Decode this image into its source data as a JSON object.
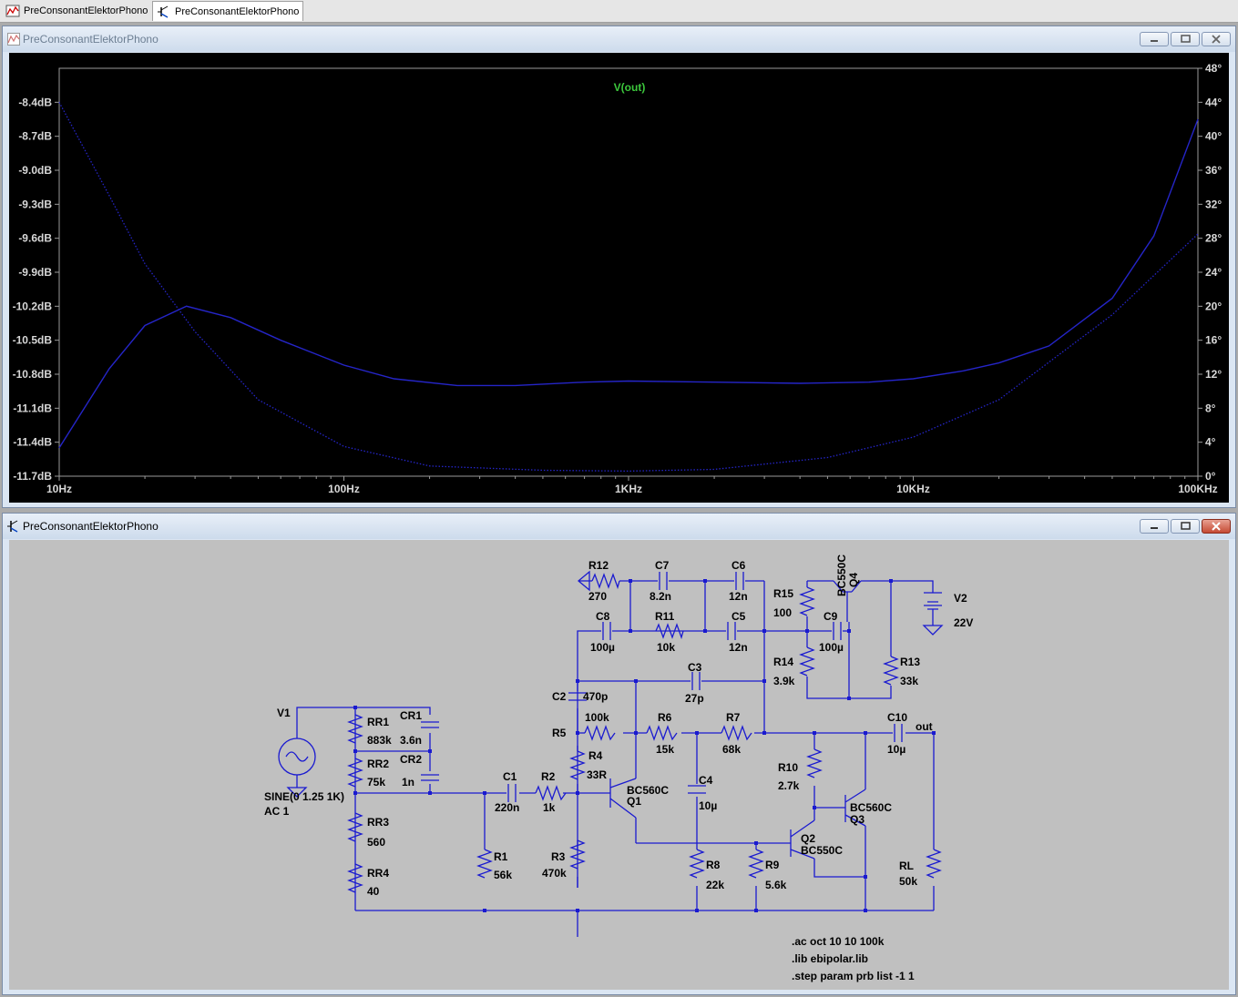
{
  "tabs": [
    {
      "label": "PreConsonantElektorPhono"
    },
    {
      "label": "PreConsonantElektorPhono"
    }
  ],
  "plot_window": {
    "title": "PreConsonantElektorPhono"
  },
  "schematic_window": {
    "title": "PreConsonantElektorPhono"
  },
  "colors": {
    "trace": "#2525c8",
    "plot_bg": "#000000",
    "trace_label": "#3cc83c",
    "axis_text": "#d8d8d8",
    "wire": "#1a1ad0",
    "sch_bg": "#c0c0c0"
  },
  "chart_data": {
    "type": "line",
    "title": "V(out)",
    "x_scale": "log",
    "xlim": [
      10,
      100000
    ],
    "x_ticks": [
      "10Hz",
      "100Hz",
      "1KHz",
      "10KHz",
      "100KHz"
    ],
    "y_left_ticks": [
      "-8.4dB",
      "-8.7dB",
      "-9.0dB",
      "-9.3dB",
      "-9.6dB",
      "-9.9dB",
      "-10.2dB",
      "-10.5dB",
      "-10.8dB",
      "-11.1dB",
      "-11.4dB",
      "-11.7dB"
    ],
    "y_right_ticks": [
      "48°",
      "44°",
      "40°",
      "36°",
      "32°",
      "28°",
      "24°",
      "20°",
      "16°",
      "12°",
      "8°",
      "4°",
      "0°"
    ],
    "ylim_left": [
      -11.7,
      -8.1
    ],
    "ylim_right": [
      0,
      48
    ],
    "series": [
      {
        "style": "solid",
        "axis": "left",
        "x": [
          10,
          15,
          20,
          28,
          40,
          60,
          100,
          150,
          250,
          400,
          700,
          1000,
          2000,
          4000,
          7000,
          10000,
          15000,
          20000,
          30000,
          50000,
          70000,
          100000
        ],
        "y": [
          -11.45,
          -10.75,
          -10.37,
          -10.2,
          -10.3,
          -10.5,
          -10.72,
          -10.84,
          -10.9,
          -10.9,
          -10.87,
          -10.86,
          -10.87,
          -10.88,
          -10.87,
          -10.84,
          -10.77,
          -10.7,
          -10.55,
          -10.13,
          -9.58,
          -8.55
        ]
      },
      {
        "style": "dotted",
        "axis": "right",
        "x": [
          10,
          15,
          20,
          30,
          50,
          100,
          200,
          500,
          1000,
          2000,
          5000,
          10000,
          20000,
          50000,
          100000
        ],
        "y": [
          44,
          33,
          25,
          17,
          9,
          3.5,
          1.2,
          0.7,
          0.6,
          0.8,
          2.2,
          4.6,
          9,
          19,
          28.5
        ]
      }
    ]
  },
  "schematic": {
    "labels": {
      "v1": "V1",
      "source_spec": "SINE(0 1.25 1K)",
      "source_ac": "AC 1",
      "rr1": "RR1",
      "rr1_val": "883k",
      "rr2": "RR2",
      "rr2_val": "75k",
      "rr3": "RR3",
      "rr3_val": "560",
      "rr4": "RR4",
      "rr4_val": "40",
      "cr1": "CR1",
      "cr1_val": "3.6n",
      "cr2": "CR2",
      "cr2_val": "1n",
      "c1": "C1",
      "c1_val": "220n",
      "r2": "R2",
      "r2_val": "1k",
      "r1": "R1",
      "r1_val": "56k",
      "r12": "R12",
      "r12_val": "270",
      "c7": "C7",
      "c7_val": "8.2n",
      "c6": "C6",
      "c6_val": "12n",
      "c8": "C8",
      "c8_val": "100µ",
      "r11": "R11",
      "r11_val": "10k",
      "c5": "C5",
      "c5_val": "12n",
      "r15": "R15",
      "r15_val": "100",
      "c9": "C9",
      "c9_val": "100µ",
      "r14": "R14",
      "r14_val": "3.9k",
      "q4_model": "BC550C",
      "q4": "Q4",
      "r13": "R13",
      "r13_val": "33k",
      "v2": "V2",
      "v2_val": "22V",
      "c2": "C2",
      "c2_val": "470p",
      "c3": "C3",
      "c3_val": "27p",
      "r5": "R5",
      "r5_val": "100k",
      "r6": "R6",
      "r6_val": "15k",
      "r7": "R7",
      "r7_val": "68k",
      "c10": "C10",
      "c10_val": "10µ",
      "out": "out",
      "r4": "R4",
      "r4_val": "33R",
      "q1_model": "BC560C",
      "q1": "Q1",
      "c4": "C4",
      "c4_val": "10µ",
      "r10": "R10",
      "r10_val": "2.7k",
      "q3_model": "BC560C",
      "q3": "Q3",
      "q2": "Q2",
      "q2_model": "BC550C",
      "r3": "R3",
      "r3_val": "470k",
      "r8": "R8",
      "r8_val": "22k",
      "r9": "R9",
      "r9_val": "5.6k",
      "rl": "RL",
      "rl_val": "50k"
    },
    "directives": [
      ".ac oct 10 10 100k",
      ".lib ebipolar.lib",
      ".step param prb list -1 1"
    ]
  }
}
